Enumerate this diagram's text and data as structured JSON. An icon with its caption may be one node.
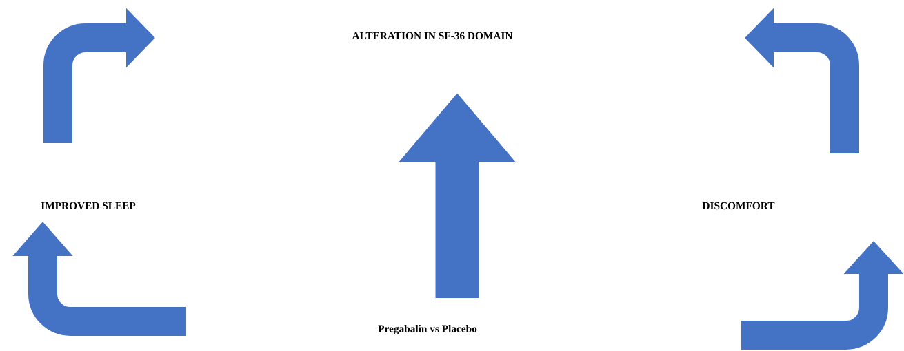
{
  "diagram": {
    "nodes": [
      {
        "text": [
          "ALTERATION IN SF-36 DOMAIN"
        ]
      },
      {
        "text": [
          "IMPROVED SLEEP"
        ]
      },
      {
        "text": [
          "DISCOMFORT"
        ]
      },
      {
        "text": [
          "Pregabalin vs Placebo"
        ]
      }
    ]
  }
}
